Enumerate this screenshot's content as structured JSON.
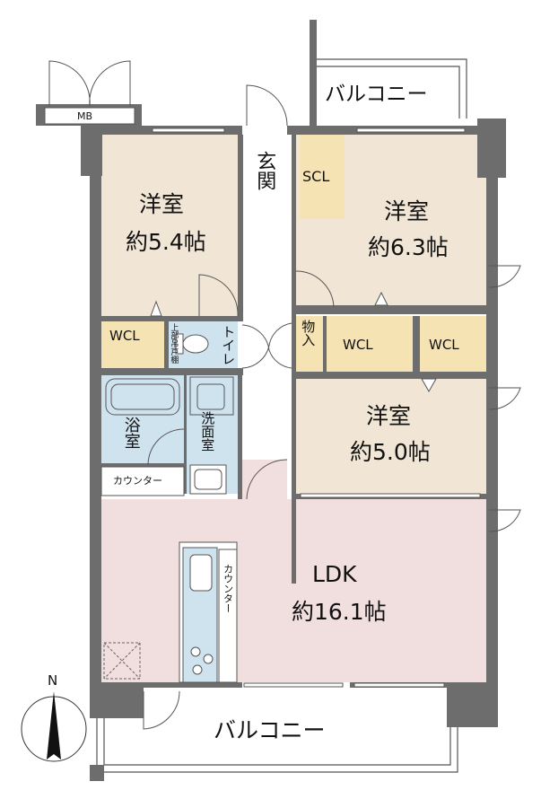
{
  "plan": {
    "balcony_top": "バルコニー",
    "balcony_bottom": "バルコニー",
    "mb": "MB",
    "entrance": "玄関",
    "scl": "SCL",
    "room1": {
      "name": "洋室",
      "size": "約5.4帖"
    },
    "room2": {
      "name": "洋室",
      "size": "約6.3帖"
    },
    "room3": {
      "name": "洋室",
      "size": "約5.0帖"
    },
    "ldk": {
      "name": "LDK",
      "size": "約16.1帖"
    },
    "wcl_left": "WCL",
    "wcl_mid": "WCL",
    "wcl_right": "WCL",
    "toilet": "トイレ",
    "storage": "物入",
    "bath": "浴室",
    "washroom": "洗面室",
    "counter_small": "カウンター",
    "counter_kitchen": "カウンター",
    "shelf": "上部吊戸棚",
    "north": "N"
  },
  "colors": {
    "wall": "#6d6d6d",
    "bedroom": "#f1e6d6",
    "closet": "#f5e3b3",
    "wet": "#cfe3ef",
    "ldk": "#f1dede",
    "hall": "#ffffff"
  }
}
